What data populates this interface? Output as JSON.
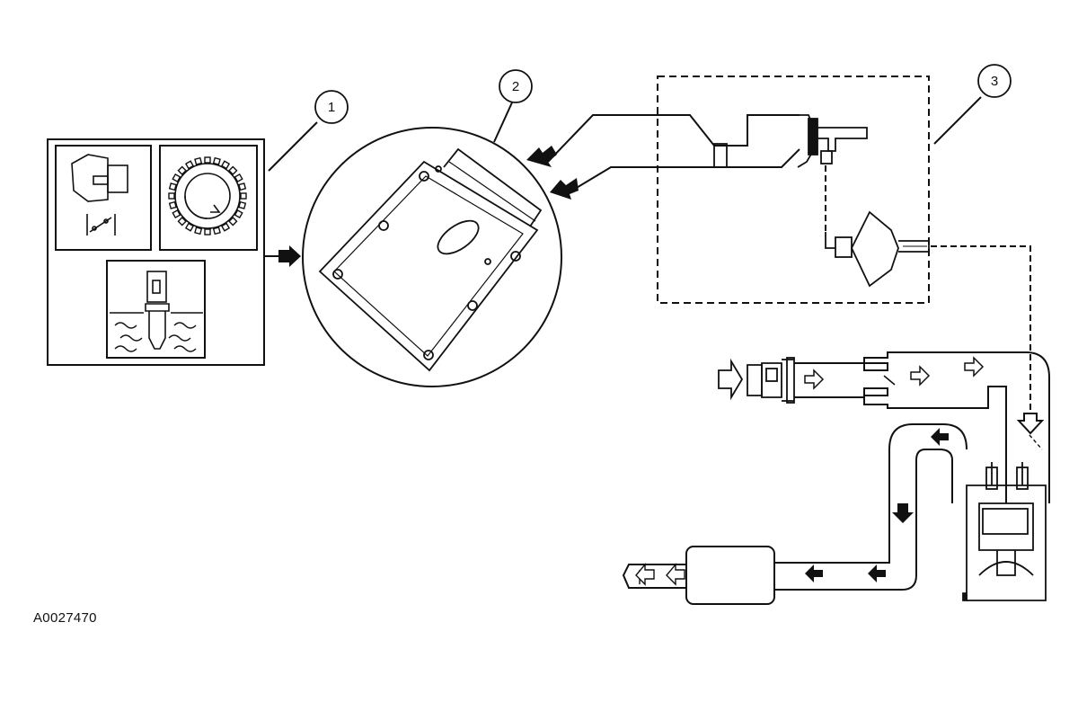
{
  "callouts": {
    "one": "1",
    "two": "2",
    "three": "3"
  },
  "figure_id": "A0027470",
  "colors": {
    "line": "#111111",
    "background": "#ffffff"
  },
  "icons": {
    "callout_marker": "circle-number",
    "flow_direction": "arrow",
    "sensor_wave": "coolant-wave"
  }
}
